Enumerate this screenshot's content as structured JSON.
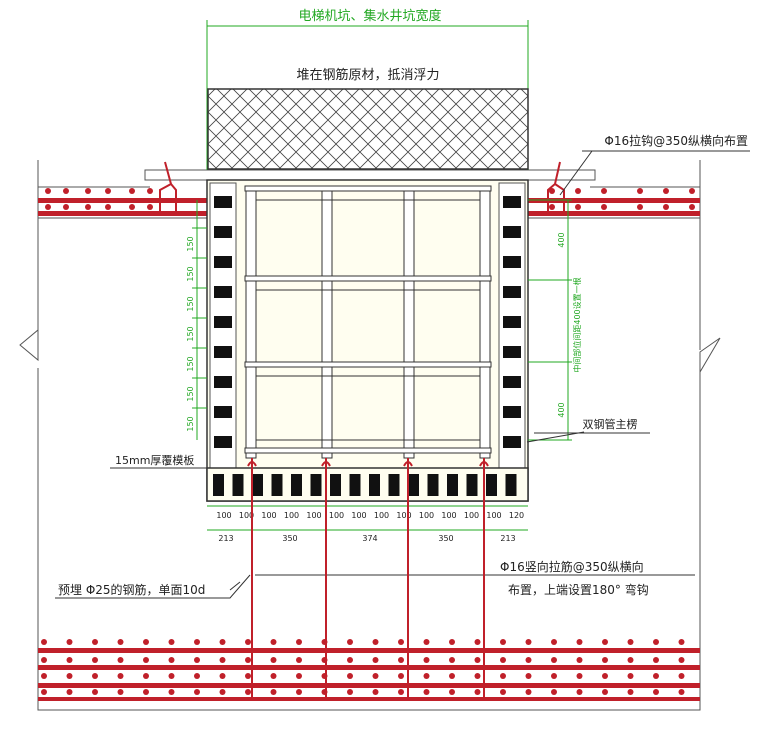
{
  "top_label": "电梯机坑、集水井坑宽度",
  "ballast_label": "堆在钢筋原材，抵消浮力",
  "right_top_label": "Φ16拉钩@350纵横向布置",
  "double_pipe_label": "双钢管主楞",
  "formwork_label": "15mm厚覆模板",
  "embedded_label": "预埋 Φ25的钢筋，单面10d",
  "vertical_bar_label_line1": "Φ16竖向拉筋@350纵横向",
  "vertical_bar_label_line2": "布置，上端设置180° 弯钩",
  "left_dims": [
    "150",
    "150",
    "150",
    "150",
    "150",
    "150",
    "150"
  ],
  "right_dim_top": "400",
  "right_dim_bottom": "400",
  "right_dim_middle": "中间部位间距400设置一根",
  "bottom_dims_row1": [
    "100",
    "100",
    "100",
    "100",
    "100",
    "100",
    "100",
    "100",
    "100",
    "100",
    "100",
    "100",
    "100",
    "120"
  ],
  "bottom_dims_row2": [
    "213",
    "350",
    "374",
    "350",
    "213"
  ],
  "colors": {
    "rebar": "#c0202a",
    "dim_green": "#22a822",
    "line": "#333333"
  }
}
